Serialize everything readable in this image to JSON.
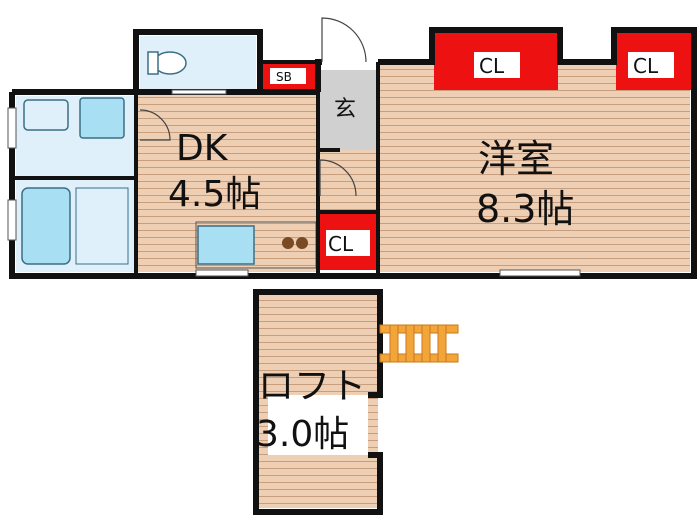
{
  "colors": {
    "wall": "#111111",
    "floor_wood": "#efcfb3",
    "floor_line": "#c79f7f",
    "wet_area": "#dff0fa",
    "fixture": "#a9dff2",
    "fixture_edge": "#3b6f86",
    "closet": "#ee1111",
    "entrance": "#d0d0d0",
    "ladder": "#f3a53a",
    "burner": "#7a4a22"
  },
  "labels": {
    "dk_name": "DK",
    "dk_size": "4.5帖",
    "western_name": "洋室",
    "western_size": "8.3帖",
    "loft_name": "ロフト",
    "loft_size": "3.0帖",
    "entrance": "玄",
    "shoe_box": "SB",
    "closet_top_left": "CL",
    "closet_top_right": "CL",
    "closet_small": "CL"
  }
}
